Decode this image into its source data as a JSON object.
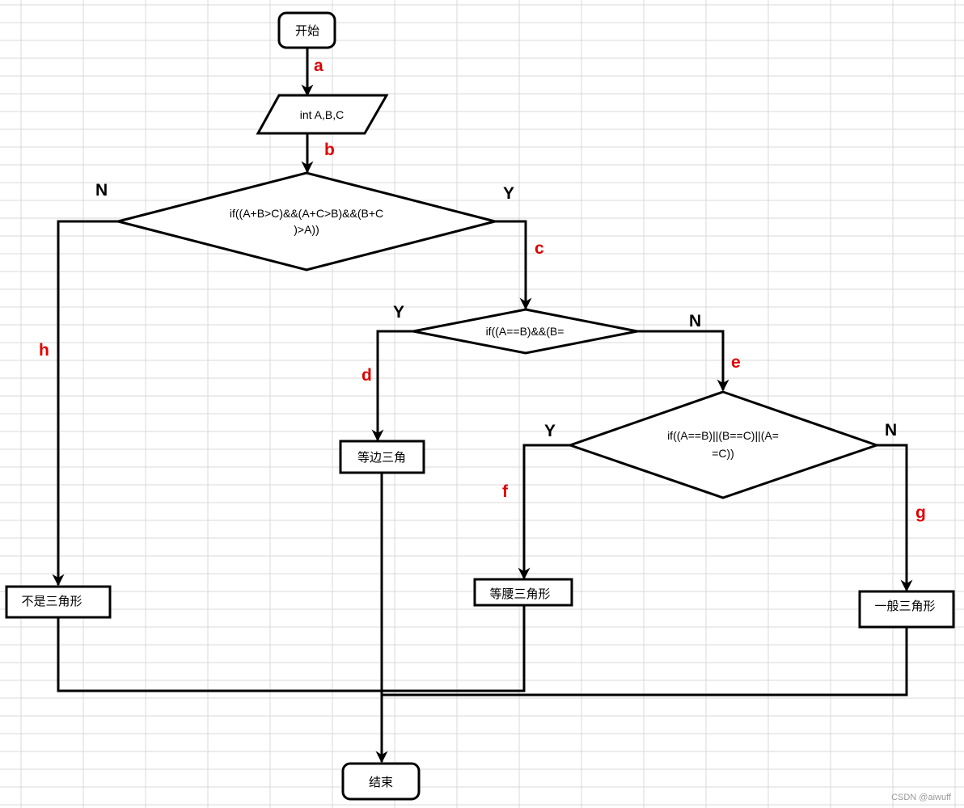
{
  "nodes": {
    "start": "开始",
    "input": "int A,B,C",
    "cond1_line1": "if((A+B>C)&&(A+C>B)&&(B+C",
    "cond1_line2": ")>A))",
    "cond2": "if((A==B)&&(B=",
    "cond3_line1": "if((A==B)||(B==C)||(A=",
    "cond3_line2": "=C))",
    "equilateral": "等边三角",
    "not_triangle": "不是三角形",
    "isosceles": "等腰三角形",
    "general": "一般三角形",
    "end": "结束"
  },
  "branch_labels": {
    "cond1_no": "N",
    "cond1_yes": "Y",
    "cond2_yes": "Y",
    "cond2_no": "N",
    "cond3_yes": "Y",
    "cond3_no": "N"
  },
  "edge_labels": {
    "a": "a",
    "b": "b",
    "c": "c",
    "d": "d",
    "e": "e",
    "f": "f",
    "g": "g",
    "h": "h"
  },
  "watermark": "CSDN @aiwuff",
  "colors": {
    "grid": "#d9d9d9",
    "stroke": "#000000",
    "edge_label": "#e00000"
  }
}
